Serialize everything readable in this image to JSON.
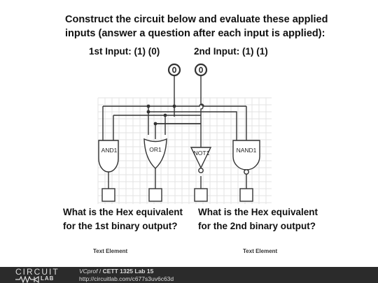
{
  "instructions": {
    "line1": "Construct the circuit below and evaluate these applied",
    "line2": "inputs (answer a question after each input is applied):"
  },
  "inputs": {
    "first": "1st Input: (1) (0)",
    "second": "2nd Input: (1) (1)"
  },
  "gates": {
    "and": "AND1",
    "or": "OR1",
    "not": "NOT1",
    "nand": "NAND1"
  },
  "questions": {
    "q1_line1": "What is the Hex equivalent",
    "q1_line2": "for the 1st binary output?",
    "q2_line1": "What is the Hex equivalent",
    "q2_line2": "for the 2nd binary output?"
  },
  "text_elements": {
    "left": "Text Element",
    "right": "Text Element"
  },
  "footer": {
    "logo_top": "CIRCUIT",
    "logo_bottom": "LAB",
    "author": "VCprof",
    "separator": " / ",
    "project": "CETT 1325 Lab 15",
    "url": "http://circuitlab.com/c677s3uv6c63d"
  }
}
